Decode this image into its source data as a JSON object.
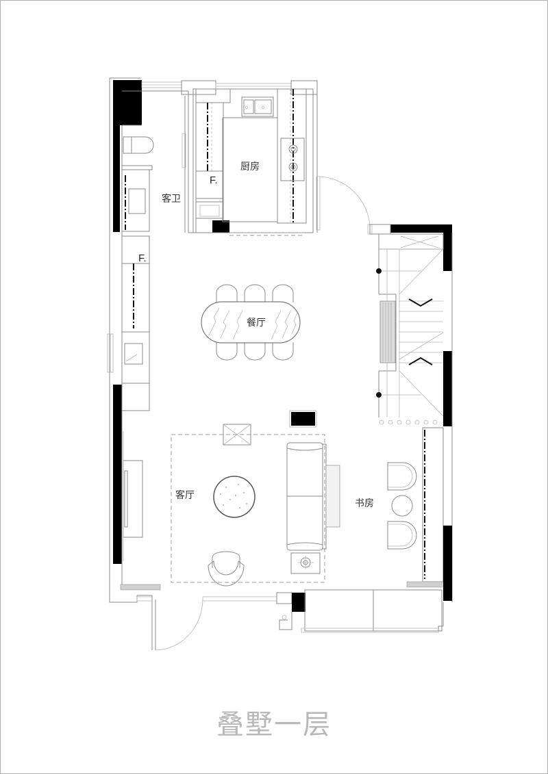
{
  "drawing": {
    "title": "叠墅一层",
    "type": "architectural floor plan",
    "colors": {
      "wall_fill": "#000000",
      "line": "#8a8a8a",
      "title_text": "#b8b8b8",
      "background": "#ffffff"
    }
  },
  "rooms": {
    "guest_bath": {
      "label": "客卫"
    },
    "kitchen": {
      "label": "厨房"
    },
    "dining": {
      "label": "餐厅"
    },
    "living": {
      "label": "客厅"
    },
    "study": {
      "label": "书房"
    }
  },
  "markers": {
    "fridge_kitchen": "F.",
    "fridge_corridor": "F."
  },
  "furniture": {
    "dining_chairs": 6,
    "study_chairs": 2,
    "stair_arrows": [
      "down",
      "up"
    ]
  }
}
